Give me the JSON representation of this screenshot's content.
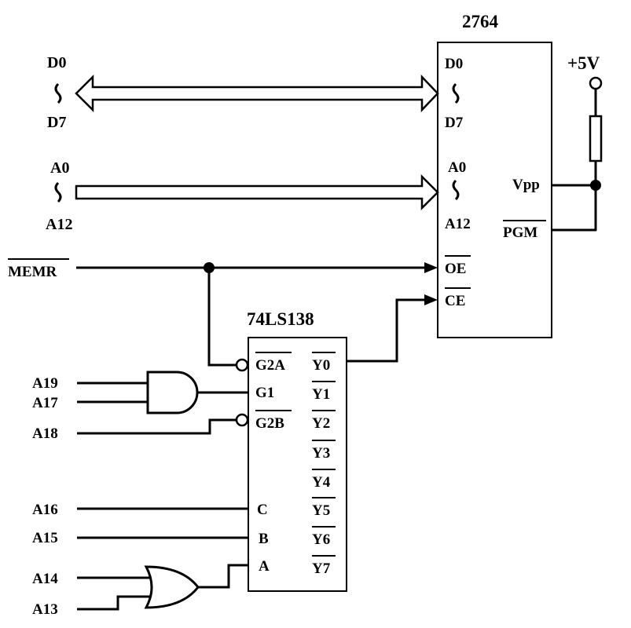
{
  "chips": {
    "eprom": {
      "name": "2764",
      "pins_left": {
        "d_top": "D0",
        "d_bottom": "D7",
        "a_top": "A0",
        "a_bottom": "A12",
        "oe": "OE",
        "ce": "CE"
      },
      "pins_right": {
        "vpp": "Vpp",
        "pgm": "PGM"
      }
    },
    "decoder": {
      "name": "74LS138",
      "inputs": {
        "g2a": "G2A",
        "g1": "G1",
        "g2b": "G2B",
        "c": "C",
        "b": "B",
        "a": "A"
      },
      "outputs": [
        "Y0",
        "Y1",
        "Y2",
        "Y3",
        "Y4",
        "Y5",
        "Y6",
        "Y7"
      ]
    }
  },
  "buses": {
    "data": {
      "top": "D0",
      "bottom": "D7"
    },
    "address": {
      "top": "A0",
      "bottom": "A12"
    }
  },
  "signals": {
    "memr": "MEMR",
    "supply": "+5V",
    "and_inputs": [
      "A19",
      "A17"
    ],
    "g2b_input": "A18",
    "c_input": "A16",
    "b_input": "A15",
    "or_inputs": [
      "A14",
      "A13"
    ]
  },
  "colors": {
    "ink": "#000000",
    "paper": "#ffffff"
  }
}
